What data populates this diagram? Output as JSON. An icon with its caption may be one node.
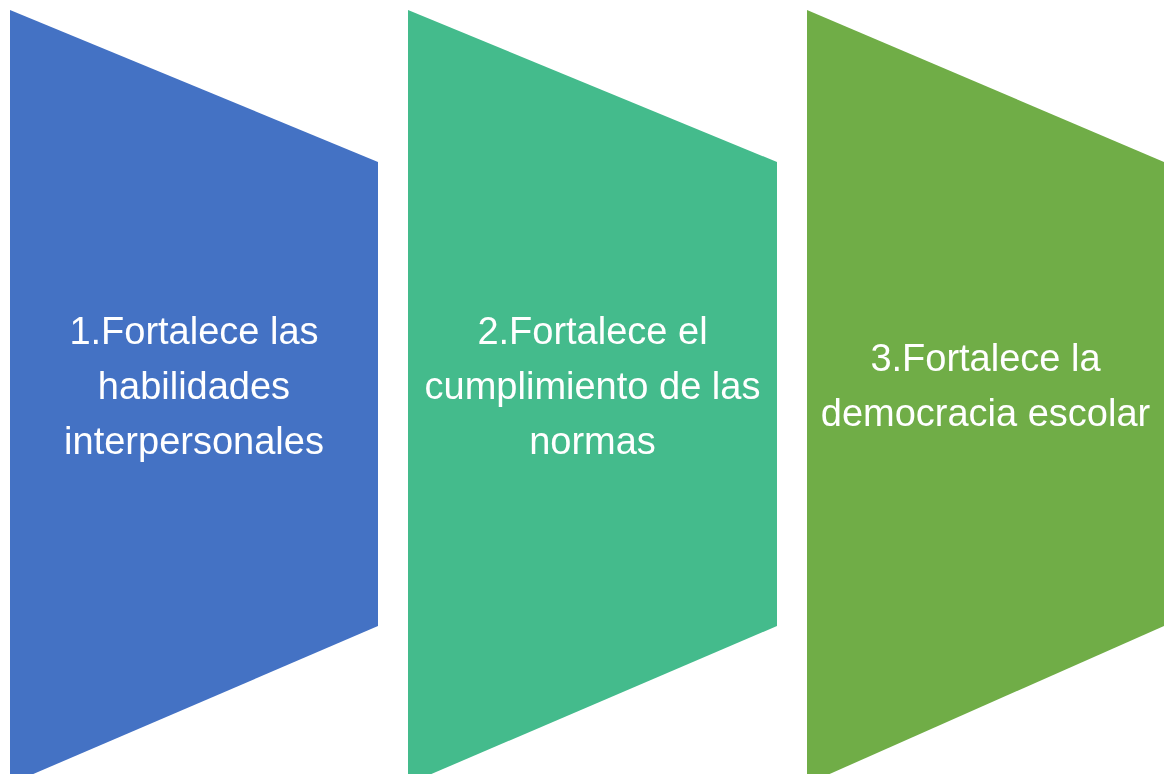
{
  "diagram": {
    "nodes": [
      {
        "text": [
          "1.Fortalece las habilidades interpersonales"
        ]
      },
      {
        "text": [
          "2.Fortalece el cumplimiento de las normas"
        ]
      },
      {
        "text": [
          "3.Fortalece la democracia escolar"
        ]
      }
    ]
  }
}
